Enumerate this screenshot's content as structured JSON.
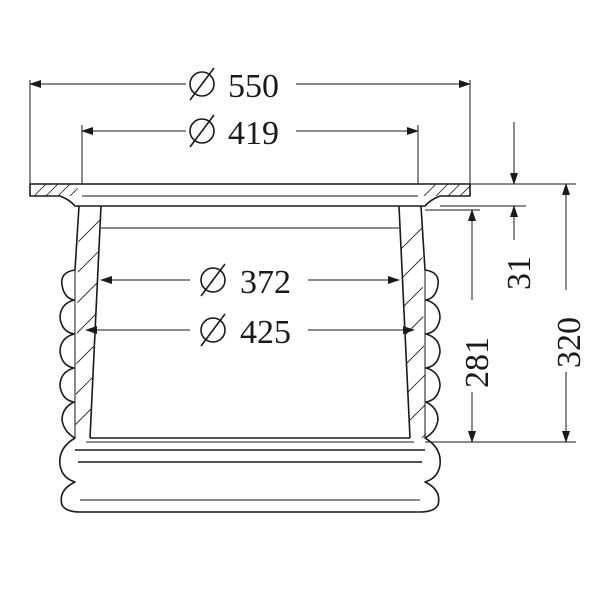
{
  "dimensions": {
    "outer_flange_diameter": "550",
    "inner_flange_diameter": "419",
    "inner_bottom_diameter": "372",
    "outer_bottom_diameter": "425",
    "flange_thickness": "31",
    "body_height": "281",
    "total_height": "320"
  },
  "symbols": {
    "diameter": "diameter-symbol"
  },
  "colors": {
    "line": "#1a1a1a",
    "background": "#ffffff"
  }
}
